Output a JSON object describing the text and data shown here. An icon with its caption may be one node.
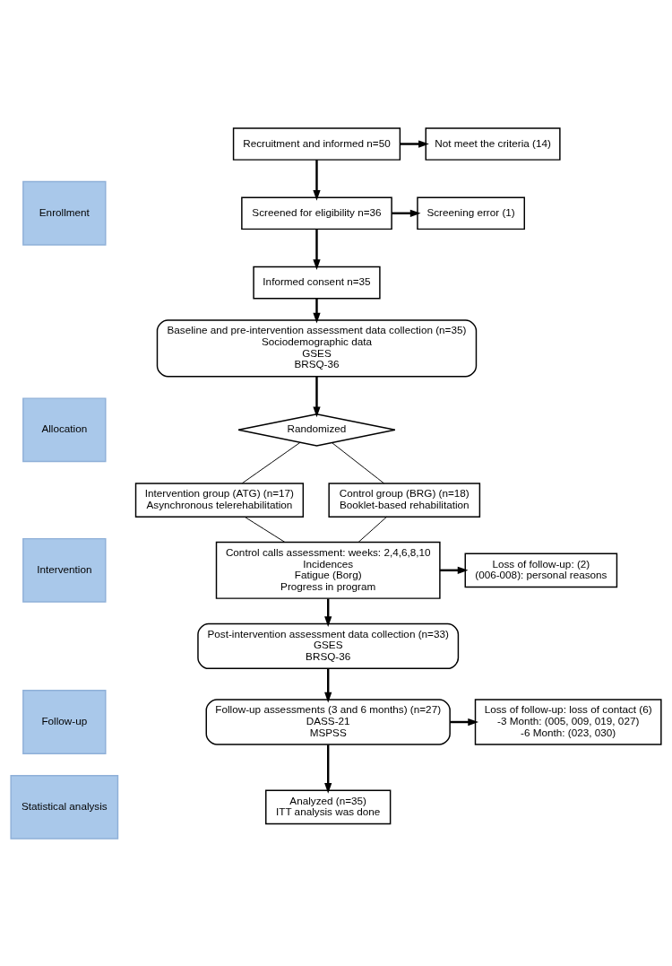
{
  "diagram": {
    "nodes": [
      {
        "text": [
          "Enrollment"
        ]
      },
      {
        "text": [
          "Allocation"
        ]
      },
      {
        "text": [
          "Intervention"
        ]
      },
      {
        "text": [
          "Follow-up"
        ]
      },
      {
        "text": [
          "Statistical analysis"
        ]
      },
      {
        "text": [
          "Recruitment and informed n=50"
        ]
      },
      {
        "text": [
          "Not meet the criteria (14)"
        ]
      },
      {
        "text": [
          "Screened for eligibility n=36"
        ]
      },
      {
        "text": [
          "Screening error (1)"
        ]
      },
      {
        "text": [
          "Informed consent n=35"
        ]
      },
      {
        "text": [
          "Baseline and pre-intervention assessment data collection (n=35)",
          "Sociodemographic data",
          "GSES",
          "BRSQ-36"
        ]
      },
      {
        "text": [
          "Randomized"
        ]
      },
      {
        "text": [
          "Intervention group (ATG) (n=17)",
          "Asynchronous telerehabilitation"
        ]
      },
      {
        "text": [
          "Control group (BRG) (n=18)",
          "Booklet-based rehabilitation"
        ]
      },
      {
        "text": [
          "Control calls assessment: weeks: 2,4,6,8,10",
          "Incidences",
          "Fatigue (Borg)",
          "Progress in program"
        ]
      },
      {
        "text": [
          "Loss of follow-up: (2)",
          "(006-008): personal reasons"
        ]
      },
      {
        "text": [
          "Post-intervention assessment data collection (n=33)",
          "GSES",
          "BRSQ-36"
        ]
      },
      {
        "text": [
          "Follow-up assessments (3 and 6 months) (n=27)",
          "DASS-21",
          "MSPSS"
        ]
      },
      {
        "text": [
          "Loss of follow-up: loss of contact (6)",
          "-3 Month: (005, 009, 019, 027)",
          "-6 Month: (023, 030)"
        ]
      },
      {
        "text": [
          "Analyzed (n=35)",
          "ITT analysis was done"
        ]
      }
    ],
    "edges": [
      {
        "from": 5,
        "to": 6,
        "arrow": "to"
      },
      {
        "from": 5,
        "to": 7,
        "arrow": "to"
      },
      {
        "from": 7,
        "to": 8,
        "arrow": "to"
      },
      {
        "from": 7,
        "to": 9,
        "arrow": "to"
      },
      {
        "from": 9,
        "to": 10,
        "arrow": "to"
      },
      {
        "from": 10,
        "to": 11,
        "arrow": "to"
      },
      {
        "from": 11,
        "to": 12,
        "arrow": "none"
      },
      {
        "from": 11,
        "to": 13,
        "arrow": "none"
      },
      {
        "from": 12,
        "to": 14,
        "arrow": "none"
      },
      {
        "from": 13,
        "to": 14,
        "arrow": "none"
      },
      {
        "from": 14,
        "to": 15,
        "arrow": "to"
      },
      {
        "from": 14,
        "to": 16,
        "arrow": "to"
      },
      {
        "from": 16,
        "to": 17,
        "arrow": "to"
      },
      {
        "from": 17,
        "to": 18,
        "arrow": "to"
      },
      {
        "from": 17,
        "to": 19,
        "arrow": "to"
      }
    ]
  }
}
